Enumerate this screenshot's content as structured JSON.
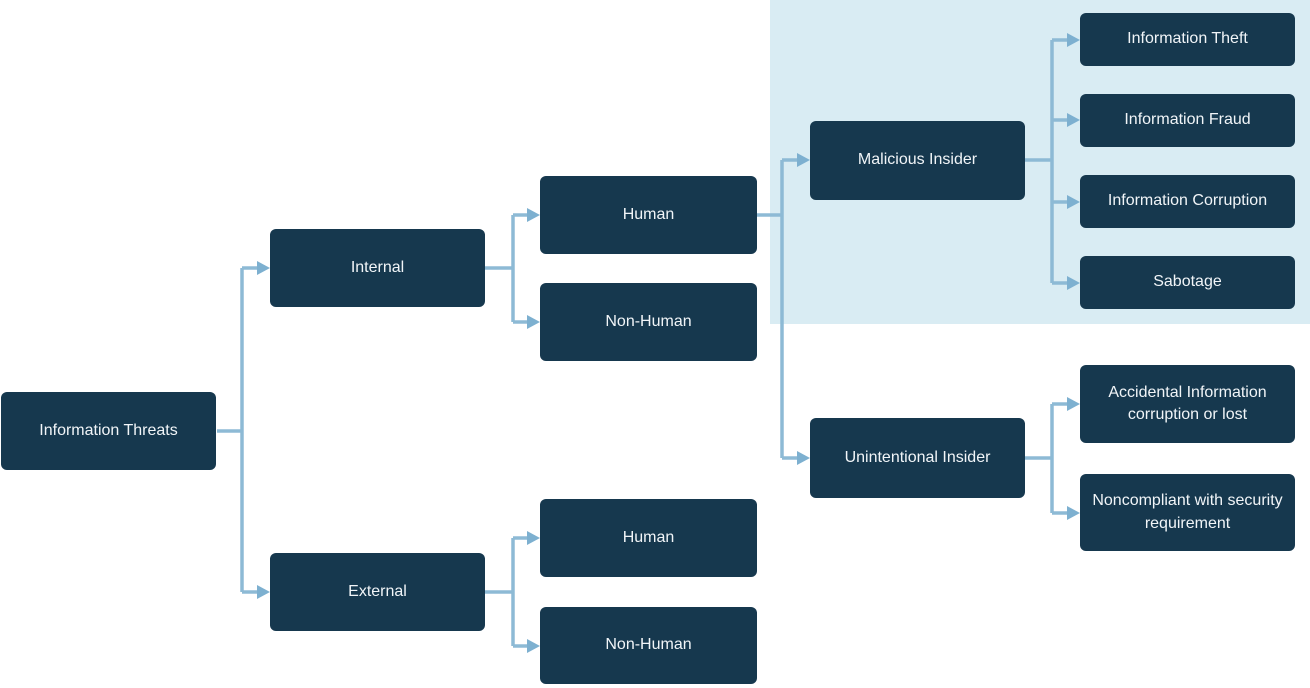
{
  "diagram": {
    "nodes": {
      "root": "Information Threats",
      "internal": "Internal",
      "external": "External",
      "internal_human": "Human",
      "internal_non_human": "Non-Human",
      "external_human": "Human",
      "external_non_human": "Non-Human",
      "malicious_insider": "Malicious Insider",
      "unintentional_insider": "Unintentional Insider",
      "information_theft": "Information Theft",
      "information_fraud": "Information Fraud",
      "information_corruption": "Information Corruption",
      "sabotage": "Sabotage",
      "accidental_corruption": "Accidental Information corruption or lost",
      "noncompliant_security": "Noncompliant with security requirement"
    },
    "hierarchy": {
      "label": "Information Threats",
      "children": [
        {
          "label": "Internal",
          "children": [
            {
              "label": "Human",
              "children": [
                {
                  "label": "Malicious Insider",
                  "highlighted": true,
                  "children": [
                    {
                      "label": "Information Theft",
                      "highlighted": true
                    },
                    {
                      "label": "Information Fraud",
                      "highlighted": true
                    },
                    {
                      "label": "Information Corruption",
                      "highlighted": true
                    },
                    {
                      "label": "Sabotage",
                      "highlighted": true
                    }
                  ]
                },
                {
                  "label": "Unintentional Insider",
                  "highlighted": false,
                  "children": [
                    {
                      "label": "Accidental Information corruption or lost"
                    },
                    {
                      "label": "Noncompliant with security requirement"
                    }
                  ]
                }
              ]
            },
            {
              "label": "Non-Human"
            }
          ]
        },
        {
          "label": "External",
          "children": [
            {
              "label": "Human"
            },
            {
              "label": "Non-Human"
            }
          ]
        }
      ]
    },
    "colors": {
      "node_fill": "#16384e",
      "node_text": "#f1f5f8",
      "connector": "#8dbad5",
      "arrowhead": "#7db0d0",
      "highlight_background": "#d9ecf3",
      "page_background": "#ffffff"
    }
  }
}
